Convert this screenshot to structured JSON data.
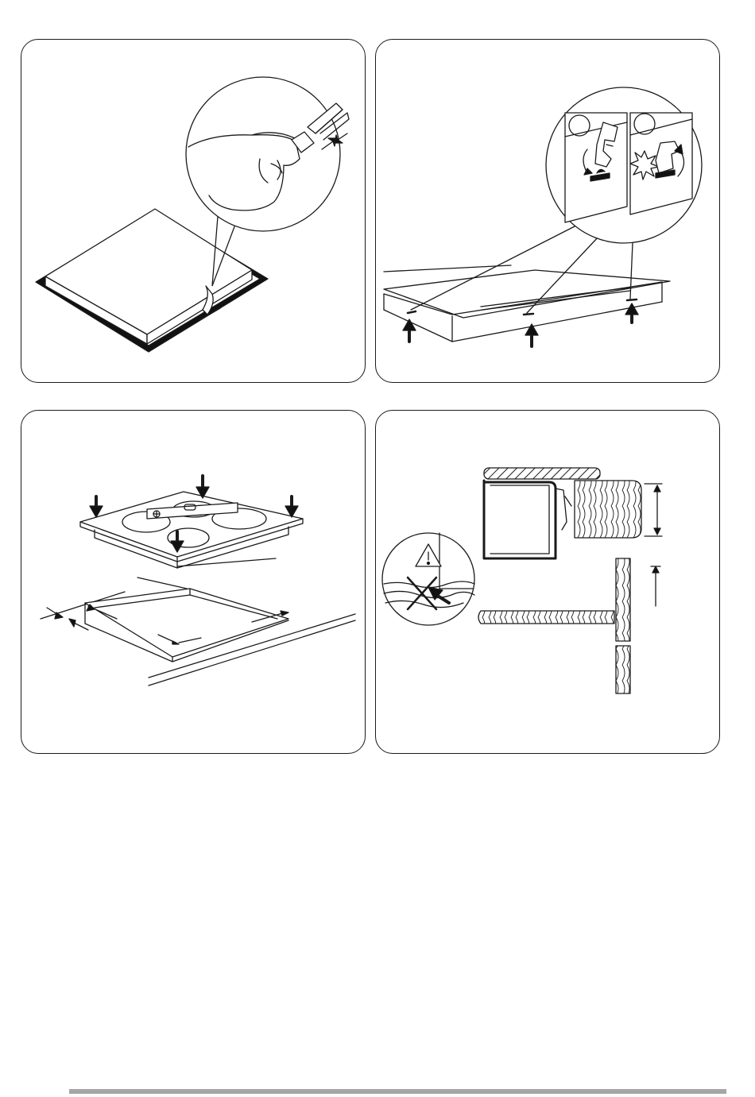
{
  "page": {
    "figures": [
      {
        "id": "fig-1",
        "icon": "apply-seal-icon"
      },
      {
        "id": "fig-2",
        "icon": "bracket-clip-icon"
      },
      {
        "id": "fig-3",
        "icon": "insert-hob-icon"
      },
      {
        "id": "fig-4",
        "icon": "furniture-section-icon"
      }
    ],
    "warning_symbol": "⚠",
    "footer_rule_color": "#a6a6a6",
    "line_color": "#1a1a1a"
  }
}
